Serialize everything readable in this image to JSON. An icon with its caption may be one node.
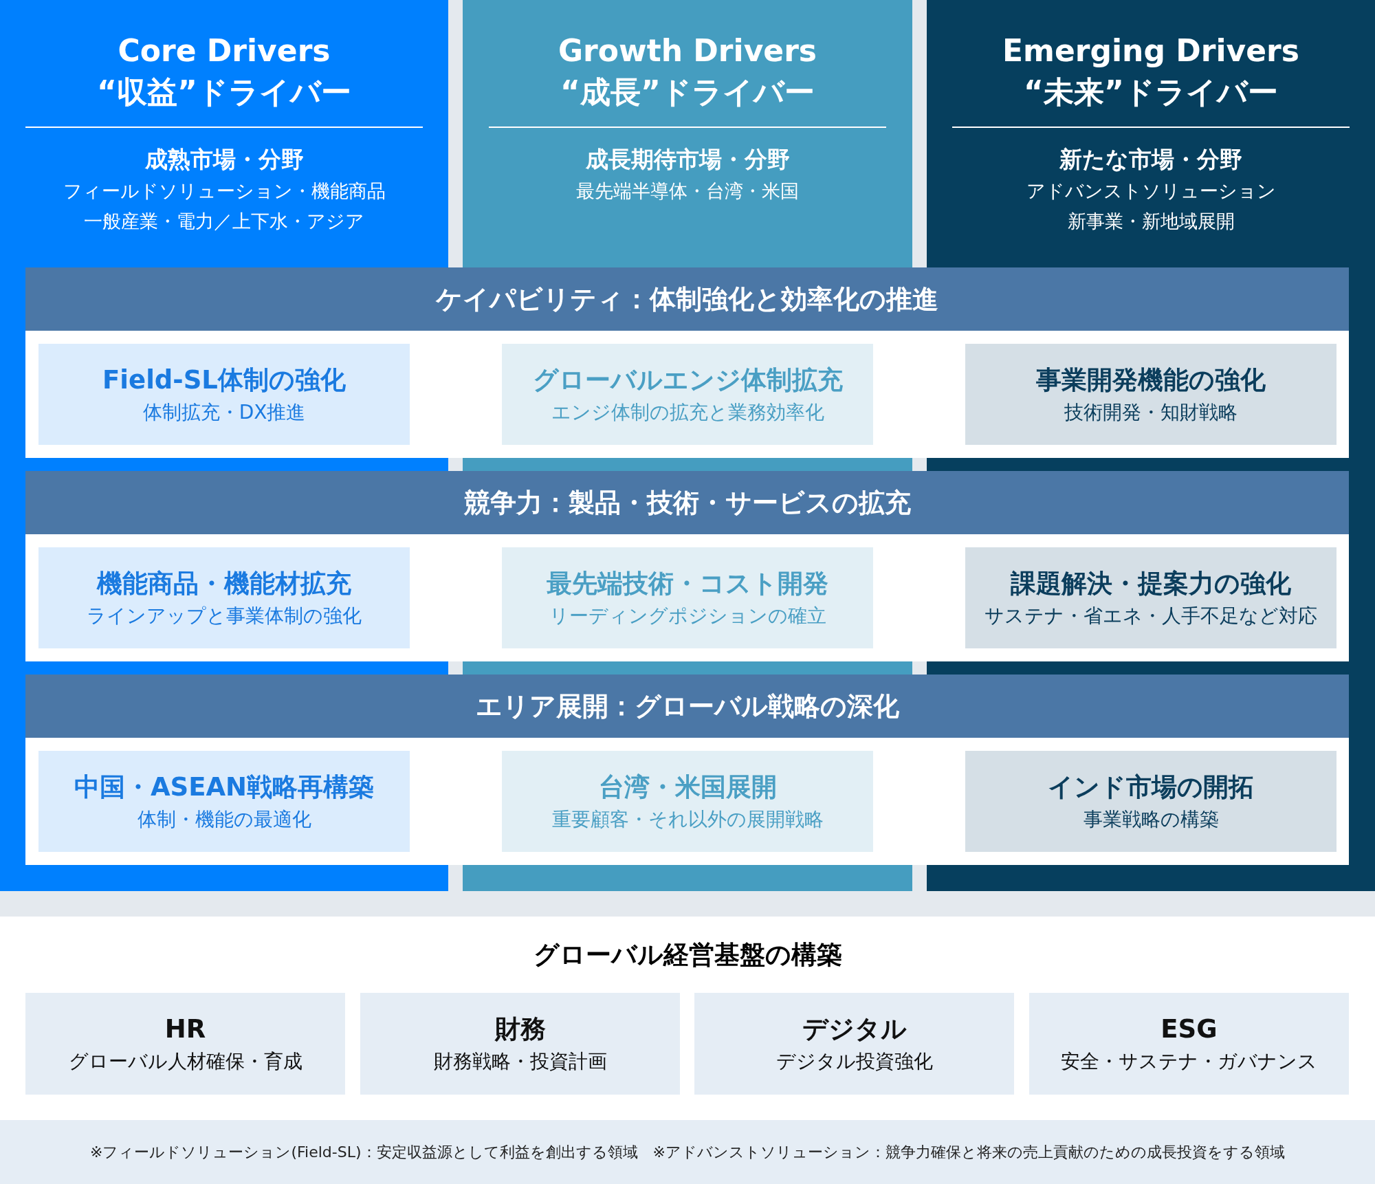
{
  "diagram": {
    "nodes": [
      {
        "text": [
          "Core Drivers",
          "“収益”ドライバー",
          "成熟市場・分野",
          "フィールドソリューション・機能商品",
          "一般産業・電力／上下水・アジア"
        ]
      },
      {
        "text": [
          "Growth Drivers",
          "“成長”ドライバー",
          "成長期待市場・分野",
          "最先端半導体・台湾・米国"
        ]
      },
      {
        "text": [
          "Emerging Drivers",
          "“未来”ドライバー",
          "新たな市場・分野",
          "アドバンストソリューション",
          "新事業・新地域展開"
        ]
      },
      {
        "text": [
          "ケイパビリティ：体制強化と効率化の推進"
        ]
      },
      {
        "text": [
          "Field-SL体制の強化",
          "体制拡充・DX推進"
        ],
        "in": 3
      },
      {
        "text": [
          "グローバルエンジ体制拡充",
          "エンジ体制の拡充と業務効率化"
        ],
        "in": 3
      },
      {
        "text": [
          "事業開発機能の強化",
          "技術開発・知財戦略"
        ],
        "in": 3
      },
      {
        "text": [
          "競争力：製品・技術・サービスの拡充"
        ]
      },
      {
        "text": [
          "機能商品・機能材拡充",
          "ラインアップと事業体制の強化"
        ],
        "in": 7
      },
      {
        "text": [
          "最先端技術・コスト開発",
          "リーディングポジションの確立"
        ],
        "in": 7
      },
      {
        "text": [
          "課題解決・提案力の強化",
          "サステナ・省エネ・人手不足など対応"
        ],
        "in": 7
      },
      {
        "text": [
          "エリア展開：グローバル戦略の深化"
        ]
      },
      {
        "text": [
          "中国・ASEAN戦略再構築",
          "体制・機能の最適化"
        ],
        "in": 11
      },
      {
        "text": [
          "台湾・米国展開",
          "重要顧客・それ以外の展開戦略"
        ],
        "in": 11
      },
      {
        "text": [
          "インド市場の開拓",
          "事業戦略の構築"
        ],
        "in": 11
      },
      {
        "text": [
          "グローバル経営基盤の構築"
        ]
      },
      {
        "text": [
          "HR",
          "グローバル人材確保・育成"
        ],
        "in": 15
      },
      {
        "text": [
          "財務",
          "財務戦略・投資計画"
        ],
        "in": 15
      },
      {
        "text": [
          "デジタル",
          "デジタル投資強化"
        ],
        "in": 15
      },
      {
        "text": [
          "ESG",
          "安全・サステナ・ガバナンス"
        ],
        "in": 15
      }
    ],
    "edges": [],
    "labels": [
      "※フィールドソリューション(Field-SL)：安定収益源として利益を創出する領域　※アドバンストソリューション：競争力確保と将来の売上貢献のための成長投資をする領域"
    ]
  }
}
